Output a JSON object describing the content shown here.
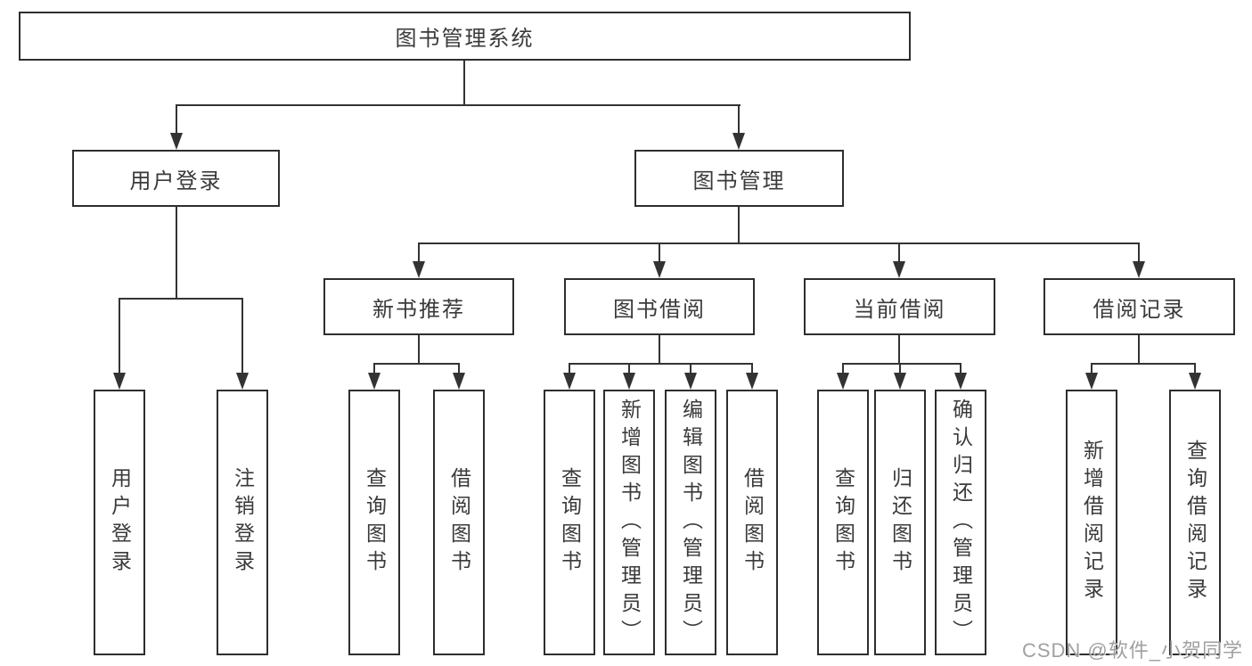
{
  "tree": {
    "label": "图书管理系统",
    "children": [
      {
        "label": "用户登录",
        "children": [
          {
            "label": "用户登录"
          },
          {
            "label": "注销登录"
          }
        ]
      },
      {
        "label": "图书管理",
        "children": [
          {
            "label": "新书推荐",
            "children": [
              {
                "label": "查询图书"
              },
              {
                "label": "借阅图书"
              }
            ]
          },
          {
            "label": "图书借阅",
            "children": [
              {
                "label": "查询图书"
              },
              {
                "label": "新增图书（管理员）"
              },
              {
                "label": "编辑图书（管理员）"
              },
              {
                "label": "借阅图书"
              }
            ]
          },
          {
            "label": "当前借阅",
            "children": [
              {
                "label": "查询图书"
              },
              {
                "label": "归还图书"
              },
              {
                "label": "确认归还（管理员）"
              }
            ]
          },
          {
            "label": "借阅记录",
            "children": [
              {
                "label": "新增借阅记录"
              },
              {
                "label": "查询借阅记录"
              }
            ]
          }
        ]
      }
    ]
  },
  "watermark": "CSDN @软件_小贺同学",
  "colors": {
    "line": "#333333",
    "box_border": "#2e2e2e",
    "text": "#3a3a3a",
    "background": "#ffffff",
    "watermark": "#969696"
  }
}
